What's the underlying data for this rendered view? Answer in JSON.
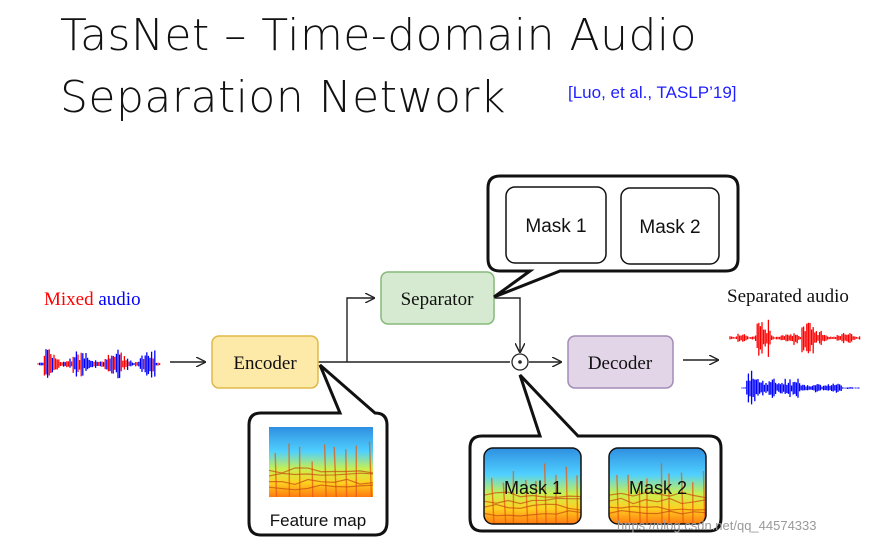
{
  "title": {
    "line1": "TasNet – Time-domain Audio",
    "line2": "Separation Network"
  },
  "citation": "[Luo, et al., TASLP’19]",
  "input": {
    "label_parts": [
      "M",
      "ixe",
      "d",
      " ",
      "audio"
    ],
    "label_colors": [
      "#ff0000",
      "#ff0000",
      "#ff0000",
      "#000000",
      "#0000ff"
    ]
  },
  "blocks": {
    "encoder": "Encoder",
    "separator": "Separator",
    "decoder": "Decoder"
  },
  "operator": "⊙",
  "output": {
    "label": "Separated audio"
  },
  "callouts": {
    "masks_top": [
      "Mask 1",
      "Mask 2"
    ],
    "masks_bottom": [
      "Mask 1",
      "Mask 2"
    ],
    "feature_map": "Feature map"
  },
  "colors": {
    "encoder_fill": "#fde9a8",
    "encoder_stroke": "#e0b84a",
    "separator_fill": "#d5ead0",
    "separator_stroke": "#86b97a",
    "decoder_fill": "#e1d5e7",
    "decoder_stroke": "#a48bb8",
    "wave_red": "#ff0000",
    "wave_blue": "#0000ff",
    "citation": "#1f1fff"
  },
  "watermark": "https://blog.csdn.net/qq_44574333"
}
